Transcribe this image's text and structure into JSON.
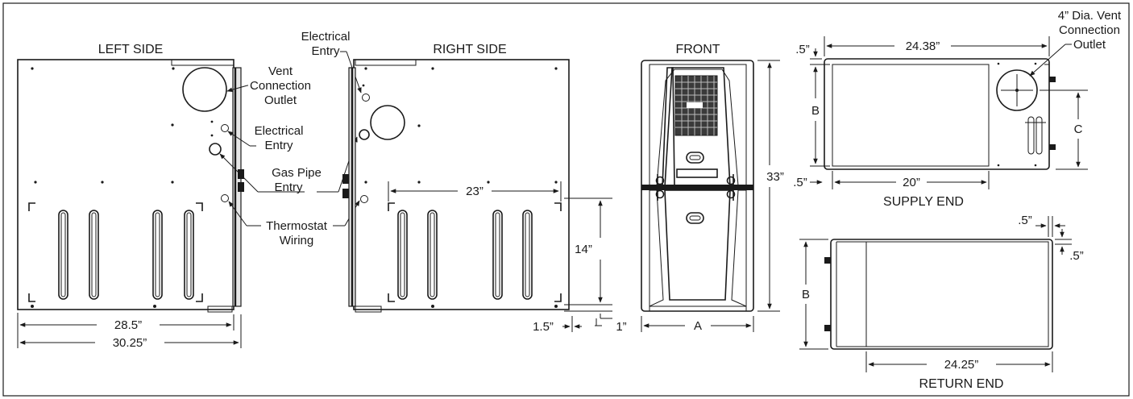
{
  "views": {
    "left_side": "LEFT SIDE",
    "right_side": "RIGHT SIDE",
    "front": "FRONT",
    "supply_end": "SUPPLY END",
    "return_end": "RETURN END"
  },
  "callouts": {
    "vent_connection_outlet": [
      "Vent",
      "Connection",
      "Outlet"
    ],
    "electrical_entry_left": [
      "Electrical",
      "Entry"
    ],
    "gas_pipe_entry": [
      "Gas Pipe",
      "Entry"
    ],
    "thermostat_wiring": [
      "Thermostat",
      "Wiring"
    ],
    "electrical_entry_right": [
      "Electrical",
      "Entry"
    ],
    "dia_vent_connection_outlet": [
      "4” Dia. Vent",
      "Connection",
      "Outlet"
    ]
  },
  "dimensions": {
    "left_width_inner": "28.5”",
    "left_width_outer": "30.25”",
    "right_mount_width": "23”",
    "right_mount_height": "14”",
    "right_bottom_offset": "1.5”",
    "right_base": "1”",
    "front_height": "33”",
    "front_width": "A",
    "supply_top_offset": ".5”",
    "supply_width": "24.38”",
    "supply_height": "B",
    "supply_vent_offset": "C",
    "supply_left_offset": ".5”",
    "supply_inner_width": "20”",
    "return_top_offset": ".5”",
    "return_right_offset": ".5”",
    "return_height": "B",
    "return_width": "24.25”"
  },
  "colors": {
    "line": "#1a1a1a",
    "panel_shade": "#e6e6e6",
    "grille": "#3a3a3a",
    "background": "#ffffff"
  }
}
